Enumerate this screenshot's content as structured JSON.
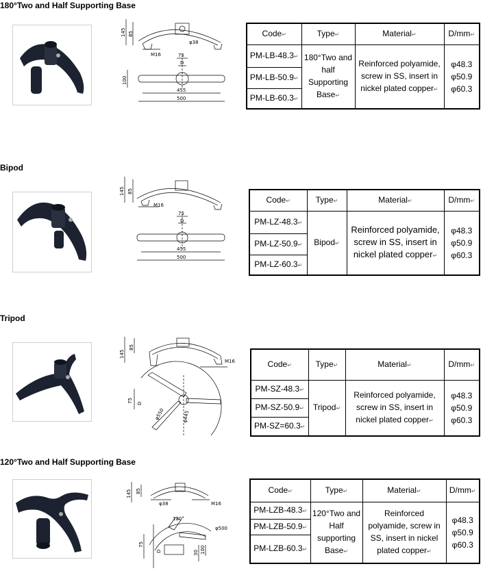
{
  "sections": [
    {
      "title": "180°Two and Half Supporting Base",
      "headers": [
        "Code",
        "Type",
        "Material",
        "D/mm"
      ],
      "codes": [
        "PM-LB-48.3",
        "PM-LB-50.9",
        "PM-LB-60.3"
      ],
      "type": "180°Two and half Supporting Base",
      "material": "Reinforced polyamide, screw in SS, insert in nickel plated copper",
      "diameters": [
        "φ48.3",
        "φ50.9",
        "φ60.3"
      ],
      "dims": [
        "145",
        "85",
        "M16",
        "φ38",
        "75",
        "D",
        "100",
        "455",
        "500"
      ]
    },
    {
      "title": "Bipod",
      "headers": [
        "Code",
        "Type",
        "Material",
        "D/mm"
      ],
      "codes": [
        "PM-LZ-48.3",
        "PM-LZ-50.9",
        "PM-LZ-60.3"
      ],
      "type": "Bipod",
      "material": "Reinforced polyamide, screw in SS, insert in nickel plated copper",
      "diameters": [
        "φ48.3",
        "φ50.9",
        "φ60.3"
      ],
      "dims": [
        "145",
        "85",
        "M16",
        "75",
        "D",
        "455",
        "500"
      ]
    },
    {
      "title": "Tripod",
      "headers": [
        "Code",
        "Type",
        "Material",
        "D/mm"
      ],
      "codes": [
        "PM-SZ-48.3",
        "PM-SZ-50.9",
        "PM-SZ=60.3"
      ],
      "type": "Tripod",
      "material": "Reinforced polyamide, screw in SS, insert in nickel plated copper",
      "diameters": [
        "φ48.3",
        "φ50.9",
        "φ60.3"
      ],
      "dims": [
        "145",
        "85",
        "M16",
        "75",
        "D",
        "φ550",
        "φ445"
      ]
    },
    {
      "title": "120°Two and Half Supporting Base",
      "headers": [
        "Code",
        "Type",
        "Material",
        "D/mm"
      ],
      "codes": [
        "PM-LZB-48.3",
        "PM-LZB-50.9",
        "PM-LZB-60.3"
      ],
      "type": "120°Two and Half supporting Base",
      "material": "Reinforced polyamide, screw in SS, insert in nickel plated copper",
      "diameters": [
        "φ48.3",
        "φ50.9",
        "φ60.3"
      ],
      "dims": [
        "145",
        "85",
        "φ38",
        "M16",
        "120°",
        "φ500",
        "D",
        "75",
        "30",
        "100"
      ]
    }
  ],
  "colors": {
    "product": "#1c2230",
    "line": "#000000",
    "border": "#000000"
  },
  "return_mark": "↵"
}
